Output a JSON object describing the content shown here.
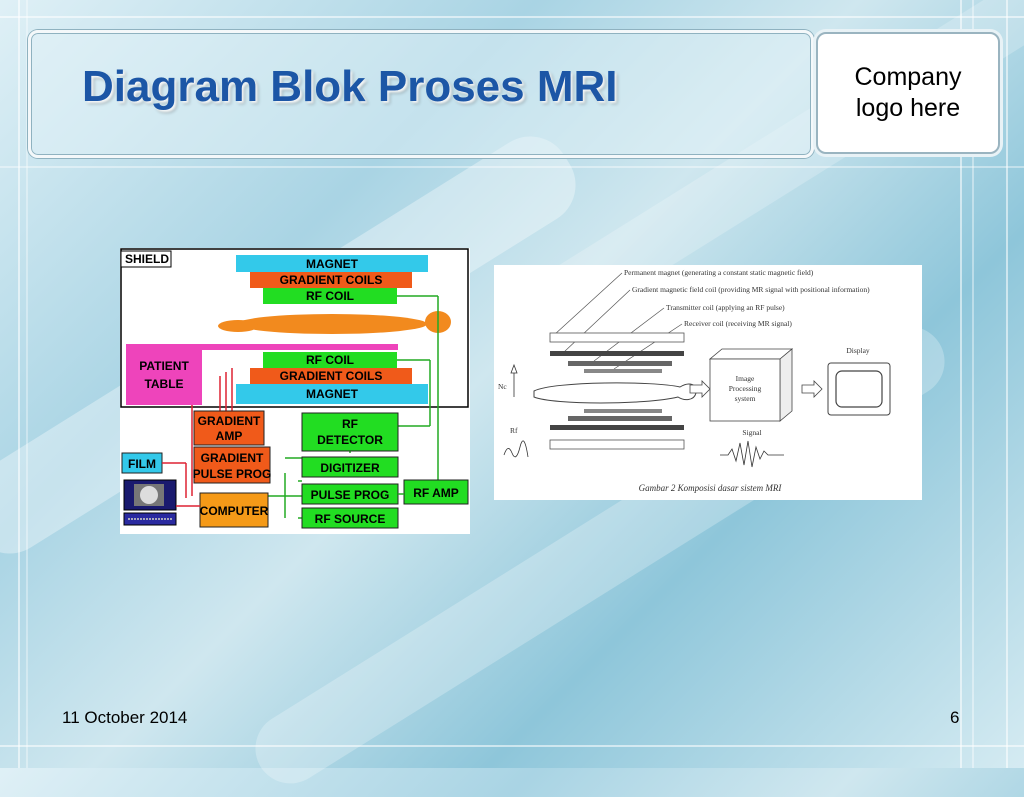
{
  "slide": {
    "title": "Diagram Blok Proses MRI",
    "logo_text_line1": "Company",
    "logo_text_line2": "logo here",
    "date": "11 October 2014",
    "page_number": "6"
  },
  "left_diagram": {
    "shield": "SHIELD",
    "magnet_top": "MAGNET",
    "gradient_coils_top": "GRADIENT COILS",
    "rf_coil_top": "RF COIL",
    "rf_coil_bottom": "RF COIL",
    "gradient_coils_bottom": "GRADIENT COILS",
    "magnet_bottom": "MAGNET",
    "patient_table_1": "PATIENT",
    "patient_table_2": "TABLE",
    "gradient_amp_1": "GRADIENT",
    "gradient_amp_2": "AMP",
    "rf_detector_1": "RF",
    "rf_detector_2": "DETECTOR",
    "gradient_pulse_1": "GRADIENT",
    "gradient_pulse_2": "PULSE PROG",
    "digitizer": "DIGITIZER",
    "film": "FILM",
    "pulse_prog": "PULSE PROG",
    "rf_amp": "RF AMP",
    "computer": "COMPUTER",
    "rf_source": "RF SOURCE"
  },
  "right_diagram": {
    "label_permanent": "Permanent magnet (generating a constant static magnetic field)",
    "label_gradient": "Gradient magnetic field coil (providing MR signal with positional information)",
    "label_transmitter": "Transmitter coil (applying an RF pulse)",
    "label_receiver": "Receiver coil (receiving MR signal)",
    "label_display": "Display",
    "box_line1": "Image",
    "box_line2": "Processing",
    "box_line3": "system",
    "label_signal": "Signal",
    "label_rf": "Rf",
    "label_nc": "Nc",
    "caption": "Gambar 2 Komposisi dasar sistem MRI"
  }
}
